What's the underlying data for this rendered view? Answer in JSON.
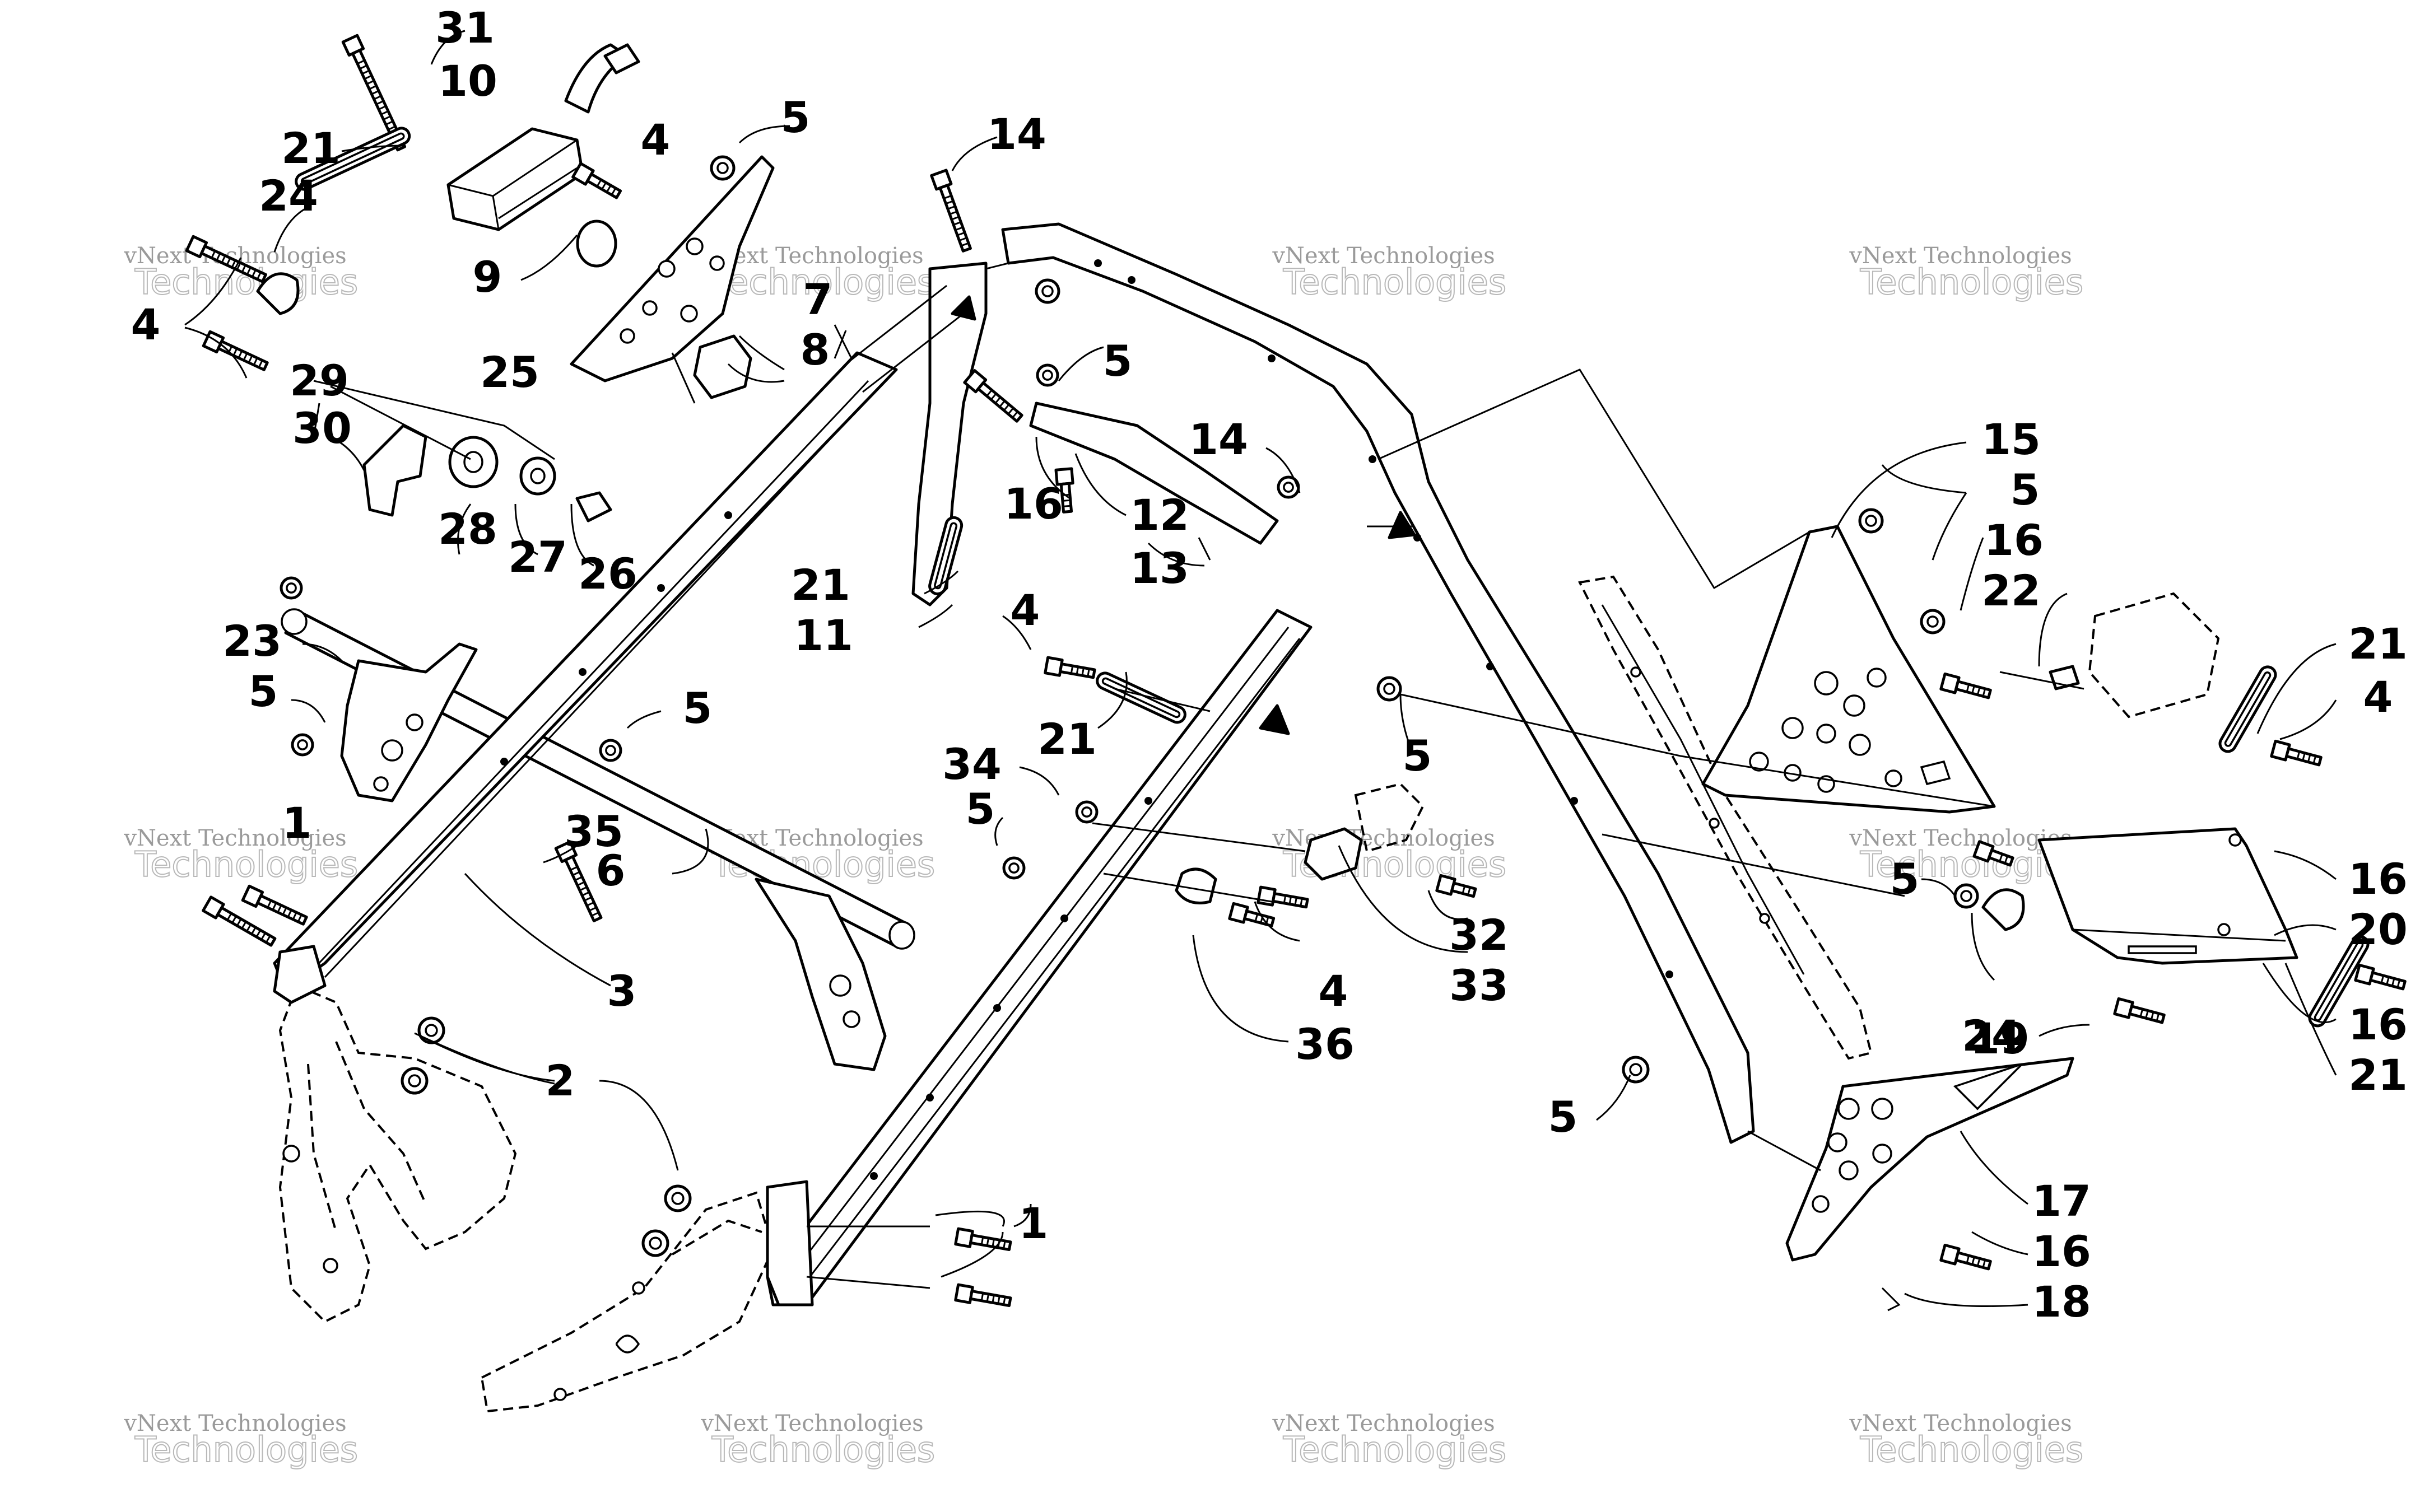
{
  "diagram": {
    "callouts": [
      {
        "id": "c31",
        "text": "31"
      },
      {
        "id": "c10",
        "text": "10"
      },
      {
        "id": "c21a",
        "text": "21"
      },
      {
        "id": "c24a",
        "text": "24"
      },
      {
        "id": "c4a",
        "text": "4"
      },
      {
        "id": "c4b",
        "text": "4"
      },
      {
        "id": "c5a",
        "text": "5"
      },
      {
        "id": "c14a",
        "text": "14"
      },
      {
        "id": "c9",
        "text": "9"
      },
      {
        "id": "c7",
        "text": "7"
      },
      {
        "id": "c8",
        "text": "8"
      },
      {
        "id": "c29",
        "text": "29"
      },
      {
        "id": "c25",
        "text": "25"
      },
      {
        "id": "c30",
        "text": "30"
      },
      {
        "id": "c28",
        "text": "28"
      },
      {
        "id": "c27",
        "text": "27"
      },
      {
        "id": "c26",
        "text": "26"
      },
      {
        "id": "c5b",
        "text": "5"
      },
      {
        "id": "c16a",
        "text": "16"
      },
      {
        "id": "c12",
        "text": "12"
      },
      {
        "id": "c13",
        "text": "13"
      },
      {
        "id": "c14b",
        "text": "14"
      },
      {
        "id": "c21b",
        "text": "21"
      },
      {
        "id": "c11",
        "text": "11"
      },
      {
        "id": "c4c",
        "text": "4"
      },
      {
        "id": "c21c",
        "text": "21"
      },
      {
        "id": "c23",
        "text": "23"
      },
      {
        "id": "c5c",
        "text": "5"
      },
      {
        "id": "c5d",
        "text": "5"
      },
      {
        "id": "c34",
        "text": "34"
      },
      {
        "id": "c5e",
        "text": "5"
      },
      {
        "id": "c1a",
        "text": "1"
      },
      {
        "id": "c35",
        "text": "35"
      },
      {
        "id": "c6",
        "text": "6"
      },
      {
        "id": "c3",
        "text": "3"
      },
      {
        "id": "c2",
        "text": "2"
      },
      {
        "id": "c1b",
        "text": "1"
      },
      {
        "id": "c4d",
        "text": "4"
      },
      {
        "id": "c36",
        "text": "36"
      },
      {
        "id": "c32",
        "text": "32"
      },
      {
        "id": "c33",
        "text": "33"
      },
      {
        "id": "c5f",
        "text": "5"
      },
      {
        "id": "c15",
        "text": "15"
      },
      {
        "id": "c5g",
        "text": "5"
      },
      {
        "id": "c16b",
        "text": "16"
      },
      {
        "id": "c22",
        "text": "22"
      },
      {
        "id": "c21d",
        "text": "21"
      },
      {
        "id": "c4e",
        "text": "4"
      },
      {
        "id": "c5h",
        "text": "5"
      },
      {
        "id": "c16c",
        "text": "16"
      },
      {
        "id": "c20",
        "text": "20"
      },
      {
        "id": "c24b",
        "text": "24"
      },
      {
        "id": "c16d",
        "text": "16"
      },
      {
        "id": "c19",
        "text": "19"
      },
      {
        "id": "c21e",
        "text": "21"
      },
      {
        "id": "c5i",
        "text": "5"
      },
      {
        "id": "c17",
        "text": "17"
      },
      {
        "id": "c16e",
        "text": "16"
      },
      {
        "id": "c18",
        "text": "18"
      }
    ],
    "watermark": {
      "line1": "vNext Technologies",
      "line2": "Technologies"
    }
  }
}
